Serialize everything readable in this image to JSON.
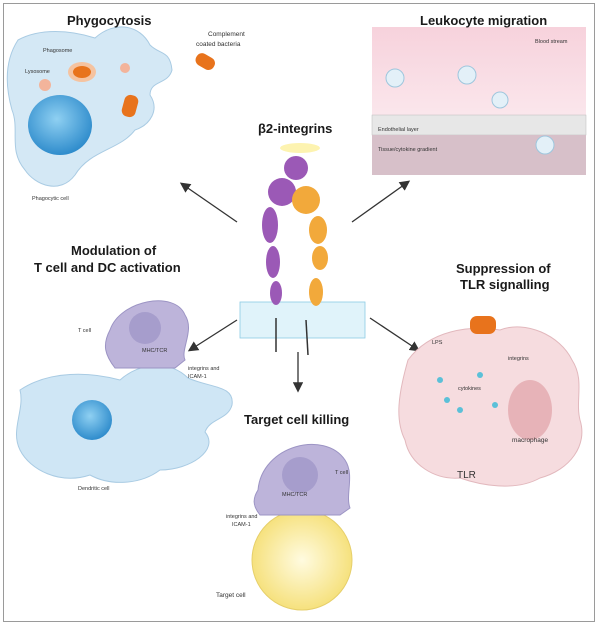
{
  "center": {
    "title": "β2-integrins"
  },
  "panels": {
    "phagocytosis": {
      "title": "Phygocytosis",
      "labels": {
        "phagosome": "Phagosome",
        "lysosome": "Lysosome",
        "bacteria_line1": "Complement",
        "bacteria_line2": "coated bacteria",
        "cell": "Phagocytic cell"
      }
    },
    "migration": {
      "title": "Leukocyte migration",
      "labels": {
        "blood": "Blood stream",
        "endothelial": "Endothelial layer",
        "gradient": "Tissue/cytokine gradient"
      }
    },
    "modulation": {
      "title_line1": "Modulation of",
      "title_line2": "T cell and DC activation",
      "labels": {
        "tcell": "T cell",
        "mhc": "MHC/TCR",
        "integrins_line1": "integrins and",
        "integrins_line2": "ICAM-1",
        "dc": "Dendritic cell"
      }
    },
    "suppression": {
      "title_line1": "Suppression of",
      "title_line2": "TLR signalling",
      "labels": {
        "lps": "LPS",
        "integrins": "integrins",
        "cytokines": "cytokines",
        "macrophage": "macrophage",
        "tlr": "TLR"
      }
    },
    "killing": {
      "title": "Target cell killing",
      "labels": {
        "tcell": "T cell",
        "mhc": "MHC/TCR",
        "integrins_line1": "integrins and",
        "integrins_line2": "ICAM-1",
        "target": "Target cell"
      }
    }
  },
  "colors": {
    "alpha_chain": "#f2a93b",
    "beta_chain": "#9b59b6",
    "phagocyte": "#cfe6f5",
    "nucleus": "#4fa3d9",
    "tcell": "#b9b3d6",
    "macrophage": "#f6dcdf",
    "target": "#fbe99a",
    "bacteria": "#e8731c"
  }
}
